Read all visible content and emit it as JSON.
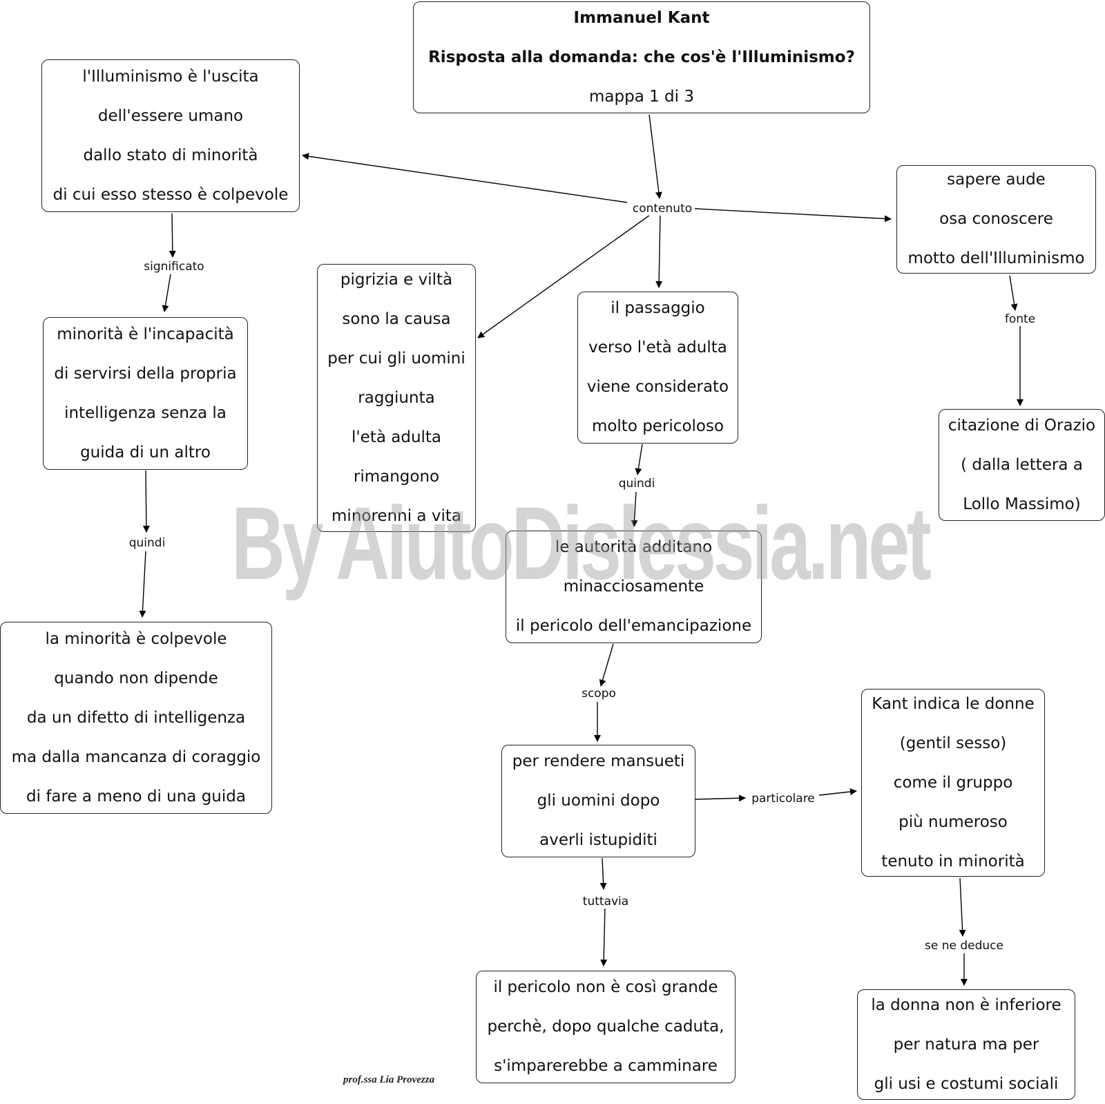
{
  "title_node": {
    "author": "Immanuel Kant",
    "work": "Risposta alla domanda: che cos'è l'Illuminismo?",
    "map": "mappa 1 di 3"
  },
  "nodes": {
    "illuminismo": [
      "l'Illuminismo è l'uscita",
      "dell'essere umano",
      "dallo stato di minorità",
      "di cui esso stesso è colpevole"
    ],
    "minorita": [
      "minorità è l'incapacità",
      "di servirsi della propria",
      "intelligenza senza la",
      "guida di un altro"
    ],
    "colpevole": [
      "la minorità è colpevole",
      "quando non dipende",
      "da un difetto di intelligenza",
      "ma dalla mancanza di coraggio",
      "di fare a meno di una guida"
    ],
    "pigrizia": [
      "pigrizia e viltà",
      "sono la causa",
      "per cui gli uomini",
      "raggiunta",
      "l'età adulta",
      "rimangono",
      "minorenni a vita"
    ],
    "passaggio": [
      "il passaggio",
      "verso l'età adulta",
      "viene considerato",
      "molto pericoloso"
    ],
    "autorita": [
      "le autorità  additano",
      "minacciosamente",
      "il pericolo dell'emancipazione"
    ],
    "mansueti": [
      "per rendere mansueti",
      "gli uomini dopo",
      "averli istupiditi"
    ],
    "pericolo": [
      "il pericolo non è così grande",
      "perchè, dopo qualche caduta,",
      "s'imparerebbe a camminare"
    ],
    "sapere": [
      "sapere aude",
      "osa conoscere",
      "motto dell'Illuminismo"
    ],
    "orazio": [
      "citazione di Orazio",
      "( dalla lettera a",
      "Lollo Massimo)"
    ],
    "donne": [
      "Kant indica le donne",
      "(gentil sesso)",
      "come il gruppo",
      "più numeroso",
      "tenuto in minorità"
    ],
    "donna": [
      "la donna non è inferiore",
      "per natura ma per",
      "gli usi e costumi sociali"
    ]
  },
  "links": {
    "contenuto": "contenuto",
    "significato": "significato",
    "quindi_left": "quindi",
    "quindi_mid": "quindi",
    "scopo": "scopo",
    "tuttavia": "tuttavia",
    "particolare": "particolare",
    "fonte": "fonte",
    "se_ne_deduce": "se ne deduce"
  },
  "watermark": "By AiutoDislessia.net",
  "signature": "prof.ssa Lia Provezza"
}
